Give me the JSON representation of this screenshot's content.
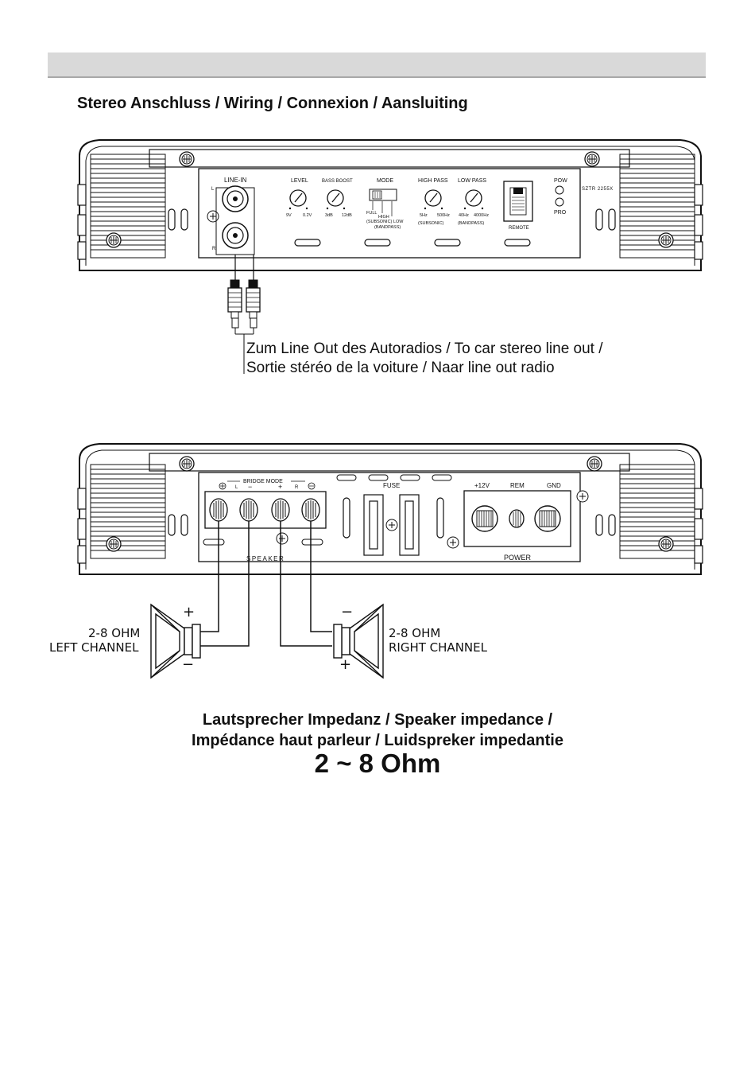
{
  "section_title": "Stereo Anschluss / Wiring / Connexion / Aansluiting",
  "amp_top": {
    "line_in": "LINE-IN",
    "l": "L",
    "r": "R",
    "level": "LEVEL",
    "level_min": "9V",
    "level_max": "0.2V",
    "bass_boost": "BASS BOOST",
    "bass_min": "3dB",
    "bass_max": "12dB",
    "mode": "MODE",
    "mode_full": "FULL",
    "mode_high": "HIGH",
    "mode_subsonic_low": "(SUBSONIC) LOW",
    "mode_bandpass": "(BANDPASS)",
    "high_pass": "HIGH PASS",
    "hp_min": "5Hz",
    "hp_max": "500Hz",
    "hp_sub": "(SUBSONIC)",
    "low_pass": "LOW PASS",
    "lp_min": "40Hz",
    "lp_max": "4000Hz",
    "lp_sub": "(BANDPASS)",
    "remote": "REMOTE",
    "pow": "POW",
    "pro": "PRO",
    "model": "SZTR 2255X"
  },
  "line_out_caption": [
    "Zum Line Out des Autoradios / To car stereo line out /",
    "Sortie stéréo de la voiture / Naar line out radio"
  ],
  "amp_bottom": {
    "bridge_mode": "BRIDGE MODE",
    "plus": "+",
    "minus": "−",
    "l": "L",
    "r": "R",
    "speaker": "SPEAKER",
    "fuse": "FUSE",
    "v12": "+12V",
    "rem": "REM",
    "gnd": "GND",
    "power": "POWER"
  },
  "left_speaker": {
    "ohm": "2-8 OHM",
    "channel": "LEFT CHANNEL",
    "plus": "+",
    "minus": "−"
  },
  "right_speaker": {
    "ohm": "2-8 OHM",
    "channel": "RIGHT CHANNEL",
    "plus": "+",
    "minus": "−"
  },
  "impedance_title": [
    "Lautsprecher Impedanz / Speaker impedance /",
    "Impédance haut parleur / Luidspreker impedantie"
  ],
  "impedance_value": "2 ~ 8 Ohm"
}
